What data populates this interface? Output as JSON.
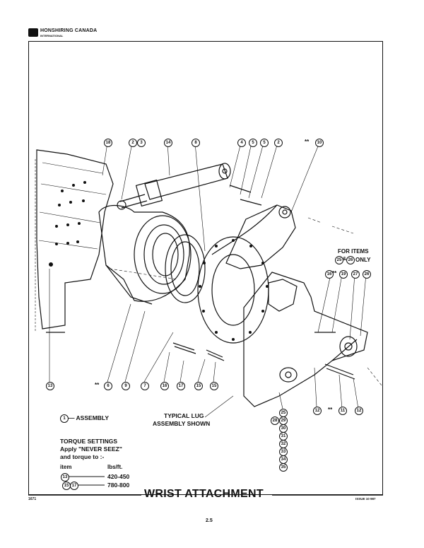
{
  "header": {
    "brand": "HONSHIRING CANADA",
    "sub": "INTERNATIONAL"
  },
  "diagram": {
    "callouts": {
      "c18": "18",
      "c2": "2",
      "c3": "3",
      "c14": "14",
      "c8": "8",
      "c4": "4",
      "c5": "5",
      "c5b": "5",
      "c2b": "2",
      "c10": "10",
      "c13": "13",
      "c6": "6",
      "c9": "9",
      "c7": "7",
      "c16": "16",
      "c17": "17",
      "c15": "15",
      "c15b": "15",
      "c12": "12",
      "c11": "11",
      "c12b": "12",
      "c16b": "16",
      "c19": "19",
      "c27": "27",
      "c26": "26",
      "c25": "25",
      "c28": "28",
      "c29": "29",
      "c30": "30",
      "c31": "31",
      "c32": "32",
      "c33": "33",
      "c34": "34",
      "c35": "35",
      "for25": "25",
      "for26": "26",
      "tq13": "13",
      "tq15": "15",
      "tq17": "17",
      "asm1": "1"
    },
    "stars": "**",
    "for_items_line1": "FOR ITEMS",
    "for_items_and": "&",
    "for_items_only": "ONLY",
    "typical_lug_1": "TYPICAL LUG",
    "typical_lug_2": "ASSEMBLY SHOWN",
    "assembly_label": "— ASSEMBLY"
  },
  "torque": {
    "title": "TORQUE SETTINGS",
    "apply": "Apply \"NEVER SEEZ\"",
    "and_torque": "and torque to :-",
    "col_item": "item",
    "col_units": "lbs/ft.",
    "row1_value": "420-450",
    "row2_value": "780-800"
  },
  "footer": {
    "title": "WRIST ATTACHMENT",
    "left_code": "1671",
    "issue": "ISSUE 10  987",
    "page_number": "2.5"
  }
}
